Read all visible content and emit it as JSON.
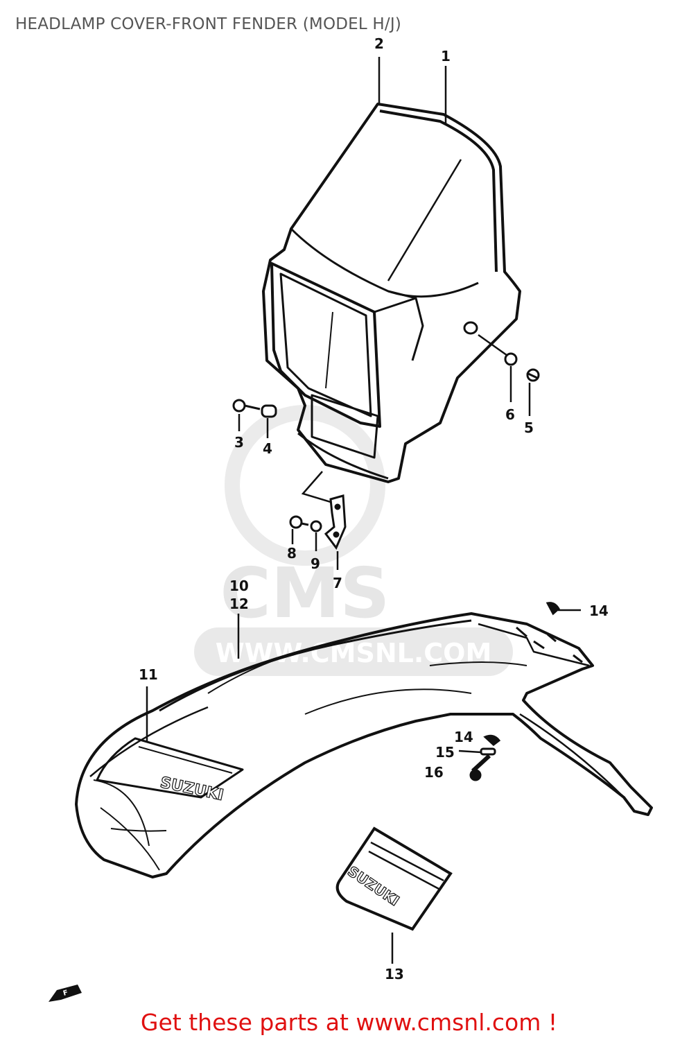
{
  "title": "HEADLAMP COVER-FRONT FENDER (MODEL H/J)",
  "watermark": {
    "brand": "CMS",
    "url": "WWW.CMSNL.COM"
  },
  "decals": {
    "fender_logo": "SUZUKI",
    "loose_decal_logo": "SUZUKI"
  },
  "front_arrow_label": "F",
  "callouts": [
    "1",
    "2",
    "3",
    "4",
    "5",
    "6",
    "7",
    "8",
    "9",
    "10",
    "11",
    "12",
    "13",
    "14",
    "14",
    "15",
    "16"
  ],
  "footer": "Get these parts at www.cmsnl.com !",
  "colors": {
    "footer": "#e01010",
    "title": "#555555",
    "line": "#111111",
    "watermark": "#e6e6e6"
  }
}
